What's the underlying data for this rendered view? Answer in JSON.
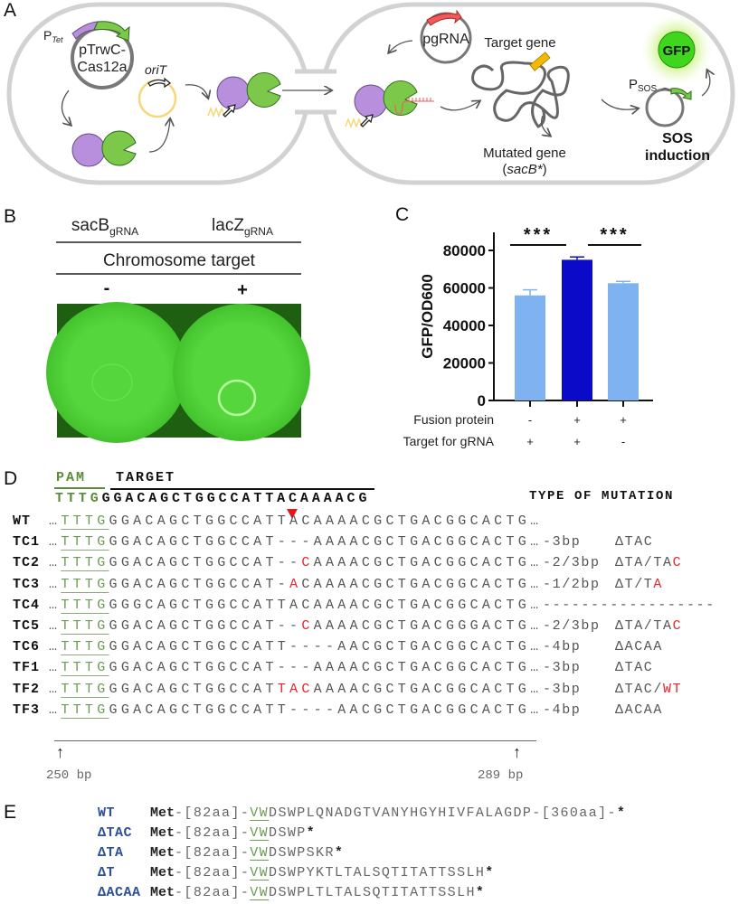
{
  "panel_labels": {
    "a": "A",
    "b": "B",
    "c": "C",
    "d": "D",
    "e": "E"
  },
  "panel_a": {
    "p_tet_main": "P",
    "p_tet_sub": "Tet",
    "plasmid_line1": "pTrwC-",
    "plasmid_line2": "Cas12a",
    "orit": "oriT",
    "pgrna": "pgRNA",
    "target_gene": "Target gene",
    "mutated_line1": "Mutated gene",
    "mutated_line2_open": "(",
    "mutated_line2_italic": "sacB*",
    "mutated_line2_close": ")",
    "p_sos_main": "P",
    "p_sos_sub": "SOS",
    "sos_line1": "SOS",
    "sos_line2": "induction",
    "gfp": "GFP",
    "colors": {
      "purple": "#b88fdc",
      "green": "#7cc84a",
      "yellow": "#f6d77a",
      "red": "#f05a5a",
      "gfp": "#3fd61e"
    }
  },
  "panel_b": {
    "col1_main": "sacB",
    "col1_sub": "gRNA",
    "col2_main": "lacZ",
    "col2_sub": "gRNA",
    "row_title": "Chromosome target",
    "minus": "-",
    "plus": "+"
  },
  "chart_data": {
    "type": "bar",
    "ylabel": "GFP/OD600",
    "ylim": [
      0,
      90000
    ],
    "yticks": [
      0,
      20000,
      40000,
      60000,
      80000
    ],
    "categories": [
      "1",
      "2",
      "3"
    ],
    "values": [
      56000,
      75000,
      62500
    ],
    "errors": [
      3000,
      1500,
      1000
    ],
    "bar_colors": [
      "#7fb2f0",
      "#0a0ac8",
      "#7fb2f0"
    ],
    "significance": [
      {
        "from": 0,
        "to": 1,
        "label": "***"
      },
      {
        "from": 1,
        "to": 2,
        "label": "***"
      }
    ],
    "condition_rows": [
      {
        "label": "Fusion protein",
        "values": [
          "-",
          "+",
          "+"
        ]
      },
      {
        "label": "Target for gRNA",
        "values": [
          "+",
          "+",
          "-"
        ]
      }
    ]
  },
  "panel_d": {
    "pam_label": "PAM",
    "target_label": "TARGET",
    "ref_pam": "TTTG",
    "ref_target": "GGACAGCTGGCCATTACAAAACG",
    "type_header": "TYPE OF MUTATION",
    "rows": [
      {
        "name": "WT",
        "seq": [
          [
            "GGACAGCTGGCCATTACAAAACGCTGACGGCACTG…",
            ""
          ]
        ],
        "size": "",
        "type": []
      },
      {
        "name": "TC1",
        "seq": [
          [
            "GGACAGCTGGCCAT---AAAACGCTGACGGCACTG…",
            ""
          ]
        ],
        "size": "-3bp",
        "type": [
          [
            "ΔTAC",
            ""
          ]
        ]
      },
      {
        "name": "TC2",
        "seq": [
          [
            "GGACAGCTGGCCAT--",
            ""
          ],
          [
            "C",
            "red"
          ],
          [
            "AAAACGCTGACGGCACTG…",
            ""
          ]
        ],
        "size": "-2/3bp",
        "type": [
          [
            "ΔTA/TA",
            ""
          ],
          [
            "C",
            "red"
          ]
        ]
      },
      {
        "name": "TC3",
        "seq": [
          [
            "GGACAGCTGGCCAT-",
            ""
          ],
          [
            "A",
            "red"
          ],
          [
            "CAAAACGCTGACGGCACTG…",
            ""
          ]
        ],
        "size": "-1/2bp",
        "type": [
          [
            "ΔT/T",
            ""
          ],
          [
            "A",
            "red"
          ]
        ]
      },
      {
        "name": "TC4",
        "seq": [
          [
            "GGGCAGCTGGCCATTACAAAACGCTGACGGCACTG…",
            ""
          ]
        ],
        "size": "-----------",
        "type": [
          [
            "-------",
            ""
          ]
        ]
      },
      {
        "name": "TC5",
        "seq": [
          [
            "GGACAGCTGGCCAT--",
            ""
          ],
          [
            "C",
            "red"
          ],
          [
            "AAAACGCTGACGGGACTG…",
            ""
          ]
        ],
        "size": "-2/3bp",
        "type": [
          [
            "ΔTA/TA",
            ""
          ],
          [
            "C",
            "red"
          ]
        ]
      },
      {
        "name": "TC6",
        "seq": [
          [
            "GGACAGCTGGCCATT----AACGCTGACGGCACTG…",
            ""
          ]
        ],
        "size": "-4bp",
        "type": [
          [
            "ΔACAA",
            ""
          ]
        ]
      },
      {
        "name": "TF1",
        "seq": [
          [
            "GGACAGCTGGCCAT---AAAACGCTGACGGCACTG…",
            ""
          ]
        ],
        "size": "-3bp",
        "type": [
          [
            "ΔTAC",
            ""
          ]
        ]
      },
      {
        "name": "TF2",
        "seq": [
          [
            "GGACAGCTGGCCAT",
            ""
          ],
          [
            "TAC",
            "red"
          ],
          [
            "AAAACGCTGACGGCACTG…",
            ""
          ]
        ],
        "size": "-3bp",
        "type": [
          [
            "ΔTAC/",
            ""
          ],
          [
            "WT",
            "red"
          ]
        ]
      },
      {
        "name": "TF3",
        "seq": [
          [
            "GGACAGCTGGCCATT----AACGCTGACGGCACTG…",
            ""
          ]
        ],
        "size": "-4bp",
        "type": [
          [
            "ΔACAA",
            ""
          ]
        ]
      }
    ],
    "scale_start": "250 bp",
    "scale_end": "289 bp"
  },
  "panel_e": {
    "rows": [
      {
        "name": "WT",
        "met": "Met",
        "pre": "-[82aa]-",
        "vw": "VW",
        "rest": "DSWPLQNADGTVANYHGYHIVFALAGDP-[360aa]-",
        "stop": "*"
      },
      {
        "name": "ΔTAC",
        "met": "Met",
        "pre": "-[82aa]-",
        "vw": "VW",
        "rest": "DSWP",
        "stop": "*"
      },
      {
        "name": "ΔTA",
        "met": "Met",
        "pre": "-[82aa]-",
        "vw": "VW",
        "rest": "DSWPSKR",
        "stop": "*"
      },
      {
        "name": "ΔT",
        "met": "Met",
        "pre": "-[82aa]-",
        "vw": "VW",
        "rest": "DSWPYKTLTALSQTITATTSSLH",
        "stop": "*"
      },
      {
        "name": "ΔACAA",
        "met": "Met",
        "pre": "-[82aa]-",
        "vw": "VW",
        "rest": "DSWPLTLTALSQTITATTSSLH",
        "stop": "*"
      }
    ]
  }
}
